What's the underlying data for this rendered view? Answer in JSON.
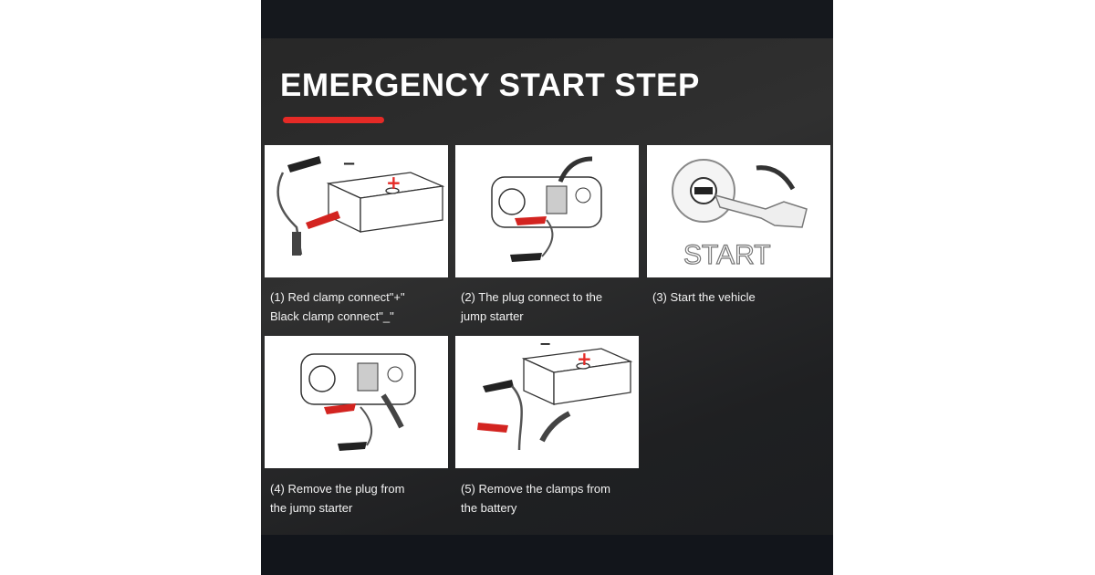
{
  "title": "EMERGENCY START STEP",
  "accent_color": "#e52a26",
  "steps": [
    {
      "caption_line1": "(1) Red clamp connect\"+\"",
      "caption_line2": "Black clamp connect\"_\"",
      "signs": {
        "plus": "+",
        "minus": "−"
      }
    },
    {
      "caption_line1": "(2) The plug connect to the",
      "caption_line2": "jump starter"
    },
    {
      "caption_line1": "(3) Start the vehicle",
      "caption_line2": "",
      "label": "START"
    },
    {
      "caption_line1": "(4) Remove the plug from",
      "caption_line2": "the jump starter"
    },
    {
      "caption_line1": "(5) Remove the clamps from",
      "caption_line2": "the battery",
      "signs": {
        "plus": "+",
        "minus": "−"
      }
    }
  ]
}
